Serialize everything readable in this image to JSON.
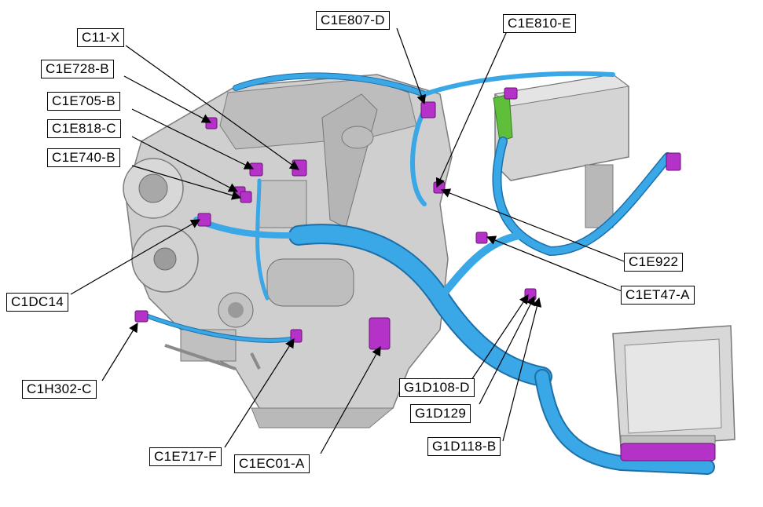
{
  "callouts": [
    {
      "id": "c1e807d",
      "label": "C1E807-D"
    },
    {
      "id": "c1e810e",
      "label": "C1E810-E"
    },
    {
      "id": "c11x",
      "label": "C11-X"
    },
    {
      "id": "c1e728b",
      "label": "C1E728-B"
    },
    {
      "id": "c1e705b",
      "label": "C1E705-B"
    },
    {
      "id": "c1e818c",
      "label": "C1E818-C"
    },
    {
      "id": "c1e740b",
      "label": "C1E740-B"
    },
    {
      "id": "c1dc14",
      "label": "C1DC14"
    },
    {
      "id": "c1h302c",
      "label": "C1H302-C"
    },
    {
      "id": "c1e717f",
      "label": "C1E717-F"
    },
    {
      "id": "c1ec01a",
      "label": "C1EC01-A"
    },
    {
      "id": "c1e922",
      "label": "C1E922"
    },
    {
      "id": "c1et47a",
      "label": "C1ET47-A"
    },
    {
      "id": "g1d108d",
      "label": "G1D108-D"
    },
    {
      "id": "g1d129",
      "label": "G1D129"
    },
    {
      "id": "g1d118b",
      "label": "G1D118-B"
    }
  ],
  "colors": {
    "harness": "#3aa7e6",
    "harness_edge": "#1d6fa8",
    "connector": "#b532c8",
    "engine": "#c9c9c9",
    "engine_dark": "#8c8c8c",
    "ground": "#5fbf3a",
    "leader": "#000000"
  }
}
